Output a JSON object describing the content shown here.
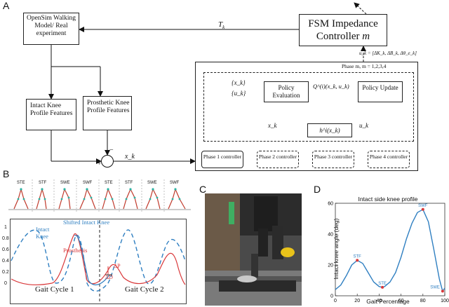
{
  "panel_a": {
    "label": "A",
    "opensim_box": "OpenSim Walking Model/ Real experiment",
    "fsm_box_line1": "FSM Impedance",
    "fsm_box_line2": "Controller",
    "fsm_m": "m",
    "tk_label": "T",
    "tk_sub": "k",
    "uk_formula": "u_k = [ΔK_k, ΔB_k, Δθ_e_k]",
    "phase_title": "Phase m, m = 1,2,3,4",
    "xk_set": "{x_k}",
    "uk_set": "{u_k}",
    "policy_eval": "Policy Evaluation",
    "policy_update": "Policy Update",
    "q_label": "Q^(i)(x_k, u_k)",
    "h_label": "h^i(x_k)",
    "xk_in": "x_k",
    "uk_out": "u_k",
    "intact_box": "Intact Knee Profile Features",
    "prosthetic_box": "Prosthetic Knee Profile Features",
    "sum_plus": "+",
    "sum_minus": "−",
    "xk_label": "x_k",
    "phases": [
      "Phase 1 controller",
      "Phase 2 controller",
      "Phase 3 controller",
      "Phase 4 controller"
    ]
  },
  "panel_b": {
    "label": "B",
    "phase_labels": [
      "STE",
      "STF",
      "SWE",
      "SWF",
      "STE",
      "STF",
      "SWE",
      "SWF"
    ],
    "legend_shifted": "Shifted Intact Knee",
    "legend_intact": "Intact Knee",
    "legend_prosthesis": "Prosthesis",
    "delta_p": "ΔP",
    "delta_d": "ΔD",
    "y_ticks": [
      "1",
      "0.8",
      "0.6",
      "0.4",
      "0.2",
      "0"
    ],
    "cycle1": "Gait Cycle 1",
    "cycle2": "Gait Cycle 2",
    "colors": {
      "intact": "#2f7fc1",
      "prosthesis": "#d9383a",
      "skeleton_red": "#c0392b",
      "skeleton_teal": "#2bb3a3"
    }
  },
  "panel_c": {
    "label": "C"
  },
  "panel_d": {
    "label": "D"
  },
  "chart_data": {
    "type": "line",
    "title": "Intact side knee profile",
    "xlabel": "Gait Percentage",
    "ylabel": "Intact knee angle (deg)",
    "xlim": [
      0,
      100
    ],
    "ylim": [
      0,
      60
    ],
    "x_ticks": [
      0,
      20,
      40,
      60,
      80,
      100
    ],
    "y_ticks": [
      0,
      20,
      40,
      60
    ],
    "series": [
      {
        "x": [
          0,
          5,
          10,
          15,
          20,
          25,
          30,
          35,
          40,
          43,
          45,
          50,
          55,
          60,
          65,
          70,
          75,
          80,
          85,
          90,
          95,
          98,
          100
        ],
        "values": [
          4,
          7,
          13,
          20,
          23,
          21,
          15,
          9,
          6,
          5.5,
          6,
          9,
          15,
          25,
          37,
          47,
          54,
          56,
          48,
          30,
          11,
          3,
          5
        ]
      }
    ],
    "annotations": [
      {
        "text": "STF",
        "x": 20,
        "y": 23
      },
      {
        "text": "STE",
        "x": 43,
        "y": 5.5
      },
      {
        "text": "SWF",
        "x": 80,
        "y": 56
      },
      {
        "text": "SWE",
        "x": 98,
        "y": 3
      }
    ],
    "color": "#2f7fc1",
    "marker_color": "#d9383a"
  }
}
